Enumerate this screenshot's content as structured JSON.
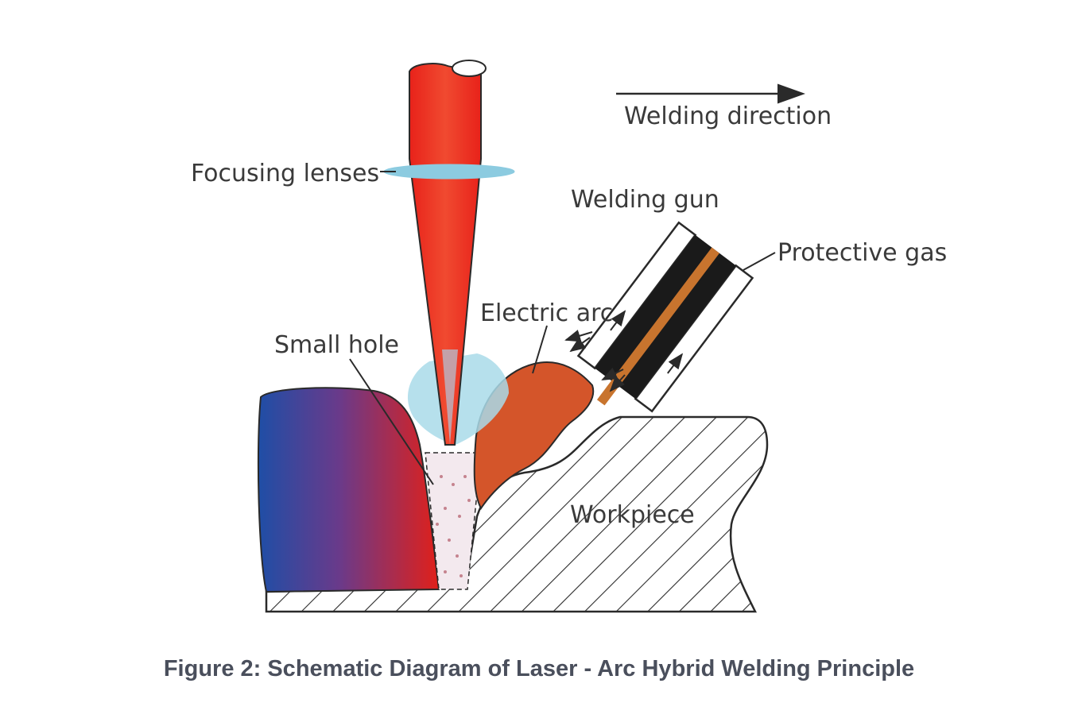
{
  "diagram": {
    "labels": {
      "welding_direction": "Welding direction",
      "focusing_lenses": "Focusing lenses",
      "welding_gun": "Welding gun",
      "protective_gas": "Protective gas",
      "electric_arc": "Electric arc",
      "small_hole": "Small hole",
      "workpiece": "Workpiece"
    },
    "colors": {
      "laser": "#e8221a",
      "arc_plasma": "#d4552a",
      "cold_metal": "#1f4ea6",
      "hot_metal": "#e0201a",
      "lens": "#8ccbe0",
      "cone": "#a9dbe9",
      "wire": "#c8742e",
      "line": "#2a2a2a"
    }
  },
  "caption": "Figure 2: Schematic Diagram of Laser - Arc Hybrid Welding Principle"
}
